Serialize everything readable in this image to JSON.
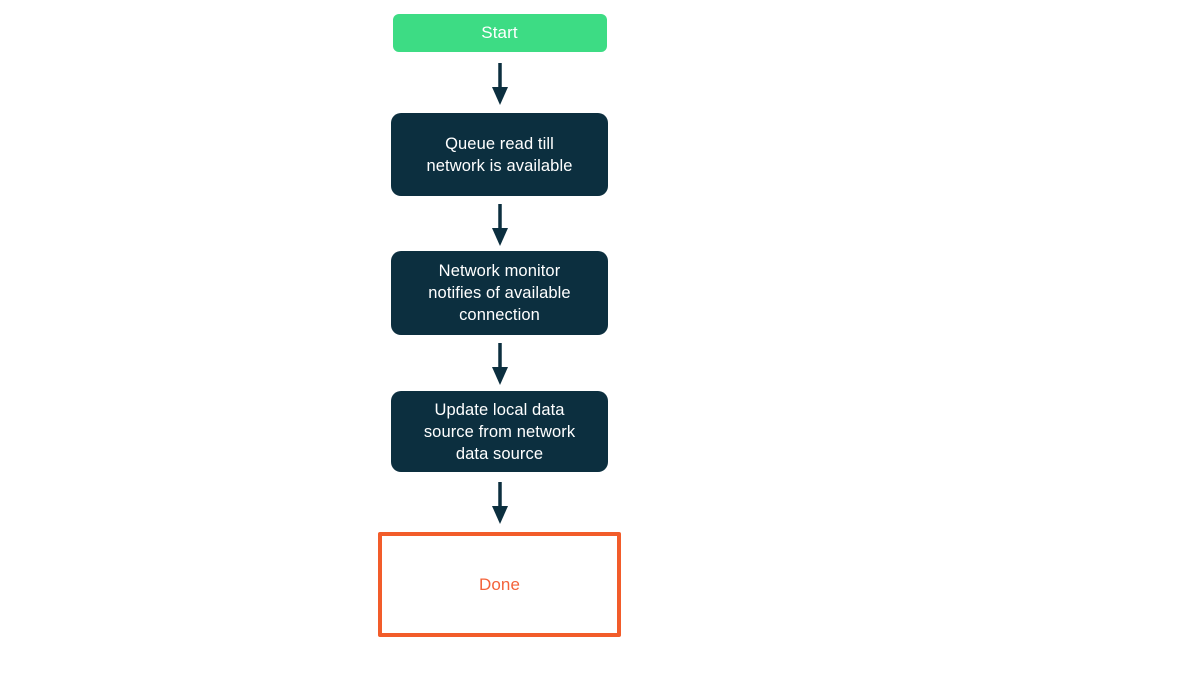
{
  "diagram": {
    "type": "flowchart",
    "direction": "top-down",
    "nodes": [
      {
        "id": "start",
        "label": "Start",
        "shape": "rounded-rect",
        "role": "start"
      },
      {
        "id": "queue",
        "label": "Queue read till\nnetwork is available",
        "shape": "rounded-rect",
        "role": "process"
      },
      {
        "id": "monitor",
        "label": "Network monitor\nnotifies of available\nconnection",
        "shape": "rounded-rect",
        "role": "process"
      },
      {
        "id": "update",
        "label": "Update local data\nsource from network\ndata source",
        "shape": "rounded-rect",
        "role": "process"
      },
      {
        "id": "done",
        "label": "Done",
        "shape": "rect-outline",
        "role": "end"
      }
    ],
    "edges": [
      {
        "from": "start",
        "to": "queue",
        "style": "arrow-down"
      },
      {
        "from": "queue",
        "to": "monitor",
        "style": "arrow-down"
      },
      {
        "from": "monitor",
        "to": "update",
        "style": "arrow-down"
      },
      {
        "from": "update",
        "to": "done",
        "style": "arrow-down"
      }
    ],
    "colors": {
      "background": "#ffffff",
      "start_fill": "#3ddc84",
      "start_text": "#ffffff",
      "process_fill": "#0c2f3f",
      "process_text": "#ffffff",
      "end_border": "#f25c2a",
      "end_text": "#f4633a",
      "arrow": "#0c2f3f"
    }
  }
}
